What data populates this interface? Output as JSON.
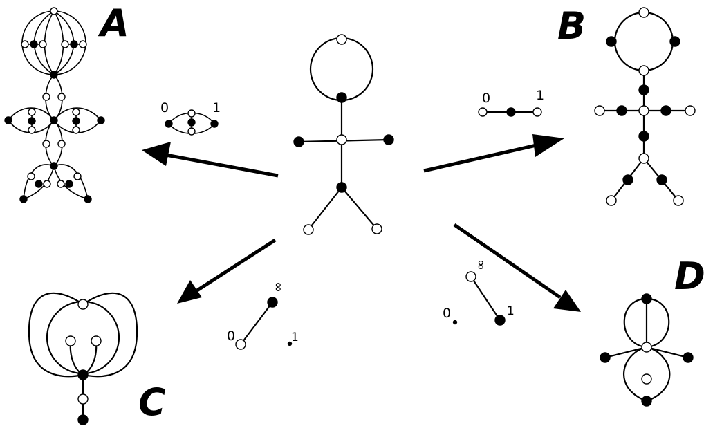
{
  "panels": {
    "a": {
      "letter": "A",
      "key": {
        "zero": "0",
        "one": "1"
      }
    },
    "b": {
      "letter": "B",
      "key": {
        "zero": "0",
        "one": "1"
      }
    },
    "c": {
      "letter": "C",
      "key": {
        "zero": "0",
        "one": "1",
        "infinity": "∞"
      }
    },
    "d": {
      "letter": "D",
      "key": {
        "zero": "0",
        "one": "1",
        "infinity": "∞"
      }
    }
  },
  "colors": {
    "white_vertex": "#ffffff",
    "black_vertex": "#000000",
    "ink": "#000000"
  }
}
